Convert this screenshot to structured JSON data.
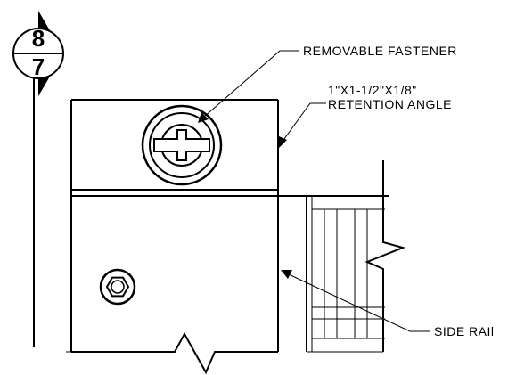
{
  "section_marker": {
    "top": "8",
    "bottom": "7"
  },
  "callouts": {
    "fastener": "REMOVABLE FASTENER",
    "angle_line1": "1\"X1-1/2\"X1/8\"",
    "angle_line2": "RETENTION ANGLE",
    "side_rail": "SIDE RAIl"
  },
  "line_color": "#000000",
  "background_color": "#ffffff"
}
